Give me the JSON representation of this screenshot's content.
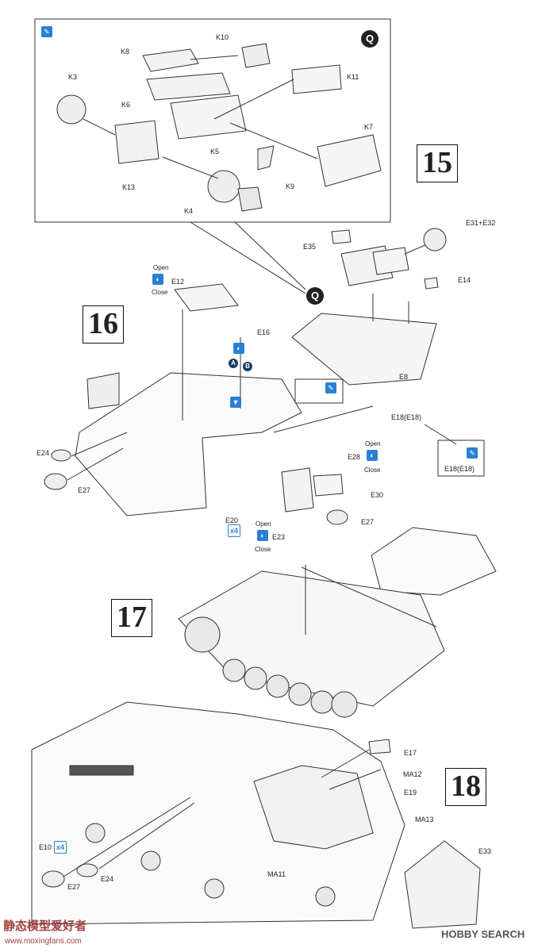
{
  "steps": {
    "s15": "15",
    "s16": "16",
    "s17": "17",
    "s18": "18"
  },
  "q_marker": "Q",
  "open_label": "Open",
  "close_label": "Close",
  "times_four": "x4",
  "parts": {
    "K10": "K10",
    "K8": "K8",
    "K3": "K3",
    "K11": "K11",
    "K6": "K6",
    "K7": "K7",
    "K5": "K5",
    "K9": "K9",
    "K13": "K13",
    "K4": "K4",
    "E31E32": "E31+E32",
    "E35": "E35",
    "E14": "E14",
    "E8": "E8",
    "E12": "E12",
    "E16": "E16",
    "E18a": "E18(E18)",
    "E18b": "E18(E18)",
    "E24a": "E24",
    "E27a": "E27",
    "E28": "E28",
    "E30": "E30",
    "E20": "E20",
    "E23": "E23",
    "E27b": "E27",
    "E17": "E17",
    "MA12": "MA12",
    "E19": "E19",
    "MA13": "MA13",
    "E33": "E33",
    "MA11": "MA11",
    "E10": "E10",
    "E24b": "E24",
    "E27c": "E27"
  },
  "ab": {
    "a": "A",
    "b": "B"
  },
  "watermark_left": {
    "title": "静态模型爱好者",
    "url": "www.moxingfans.com"
  },
  "watermark_right": "HOBBY SEARCH",
  "colors": {
    "accent": "#2a7fd4",
    "ink": "#222222"
  }
}
